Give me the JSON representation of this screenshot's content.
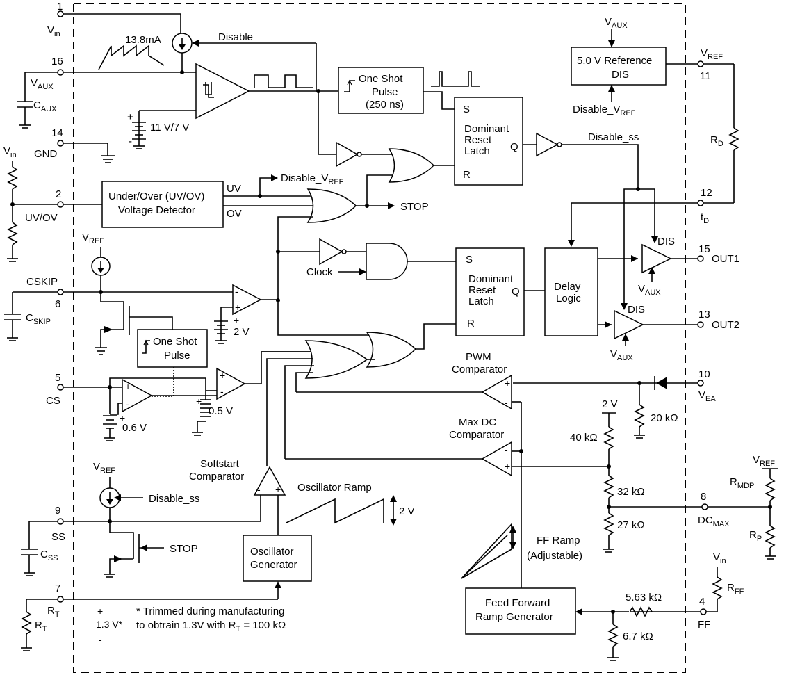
{
  "pins": {
    "vin_num": "1",
    "vin_label": "V",
    "vin_sub": "in",
    "vaux_num": "16",
    "vaux_label": "V",
    "vaux_sub": "AUX",
    "gnd_num": "14",
    "gnd_label": "GND",
    "uvov_num": "2",
    "uvov_label": "UV/OV",
    "cskip_num": "6",
    "cskip_label": "CSKIP",
    "cs_num": "5",
    "cs_label": "CS",
    "ss_num": "9",
    "ss_label": "SS",
    "rt_num": "7",
    "rt_label": "R",
    "rt_sub": "T",
    "vref_num": "11",
    "vref_label": "V",
    "vref_sub": "REF",
    "td_num": "12",
    "td_label": "t",
    "td_sub": "D",
    "out1_num": "15",
    "out1_label": "OUT1",
    "out2_num": "13",
    "out2_label": "OUT2",
    "vea_num": "10",
    "vea_label": "V",
    "vea_sub": "EA",
    "dcmax_num": "8",
    "dcmax_label": "DC",
    "dcmax_sub": "MAX",
    "ff_num": "4",
    "ff_label": "FF"
  },
  "blocks": {
    "oneshot1_title": "One Shot",
    "oneshot1_l2": "Pulse",
    "oneshot1_l3": "(250 ns)",
    "latch1_s": "S",
    "latch1_l1": "Dominant",
    "latch1_l2": "Reset",
    "latch1_l3": "Latch",
    "latch1_q": "Q",
    "latch1_r": "R",
    "ref_l1": "5.0 V Reference",
    "ref_l2": "DIS",
    "uvov_l1": "Under/Over (UV/OV)",
    "uvov_l2": "Voltage Detector",
    "latch2_s": "S",
    "latch2_l1": "Dominant",
    "latch2_l2": "Reset",
    "latch2_l3": "Latch",
    "latch2_q": "Q",
    "latch2_r": "R",
    "delay_l1": "Delay",
    "delay_l2": "Logic",
    "oneshot2_l1": "One Shot",
    "oneshot2_l2": "Pulse",
    "osc_l1": "Oscillator",
    "osc_l2": "Generator",
    "ffgen_l1": "Feed Forward",
    "ffgen_l2": "Ramp Generator"
  },
  "labels": {
    "current_source": "13.8mA",
    "disable": "Disable",
    "hyst_ref": "11 V/7 V",
    "vaux_top": "V",
    "vaux_top_sub": "AUX",
    "disable_vref_in": "Disable_V",
    "disable_vref_in_sub": "REF",
    "disable_ss": "Disable_ss",
    "rd": "R",
    "rd_sub": "D",
    "uv": "UV",
    "ov": "OV",
    "disable_vref_out": "Disable_V",
    "disable_vref_out_sub": "REF",
    "stop": "STOP",
    "vref_cskip": "V",
    "vref_cskip_sub": "REF",
    "clock": "Clock",
    "dis1": "DIS",
    "vaux1": "V",
    "vaux1_sub": "AUX",
    "dis2": "DIS",
    "vaux2": "V",
    "vaux2_sub": "AUX",
    "cskip_cap": "C",
    "cskip_cap_sub": "SKIP",
    "two_v_skip": "2 V",
    "caux": "C",
    "caux_sub": "AUX",
    "vin_left": "V",
    "vin_left_sub": "in",
    "pwm_l1": "PWM",
    "pwm_l2": "Comparator",
    "six_tenths_v": "0.6 V",
    "half_v": "0.5 V",
    "two_v_div": "2 V",
    "r20k": "20 kΩ",
    "r40k": "40 kΩ",
    "maxdc_l1": "Max DC",
    "maxdc_l2": "Comparator",
    "r32k": "32 kΩ",
    "r27k": "27 kΩ",
    "vref_r": "V",
    "vref_r_sub": "REF",
    "rmdp": "R",
    "rmdp_sub": "MDP",
    "rp": "R",
    "rp_sub": "P",
    "softstart_l1": "Softstart",
    "softstart_l2": "Comparator",
    "vref_ss": "V",
    "vref_ss_sub": "REF",
    "disable_ss_in": "Disable_ss",
    "osc_ramp": "Oscillator Ramp",
    "two_v_ramp": "2 V",
    "css": "C",
    "css_sub": "SS",
    "stop_in": "STOP",
    "ff_ramp_l1": "FF Ramp",
    "ff_ramp_l2": "(Adjustable)",
    "vin_ff": "V",
    "vin_ff_sub": "in",
    "rff": "R",
    "rff_sub": "FF",
    "r563k": "5.63 kΩ",
    "r67k": "6.7 kΩ",
    "rt_res": "R",
    "rt_res_sub": "T",
    "plus": "+",
    "minus": "-",
    "v13": "1.3 V*",
    "note_l1": "* Trimmed during manufacturing",
    "note_l2": "to obtrain 1.3V with R",
    "note_l2_sub": "T",
    "note_l2_end": " = 100 kΩ"
  }
}
